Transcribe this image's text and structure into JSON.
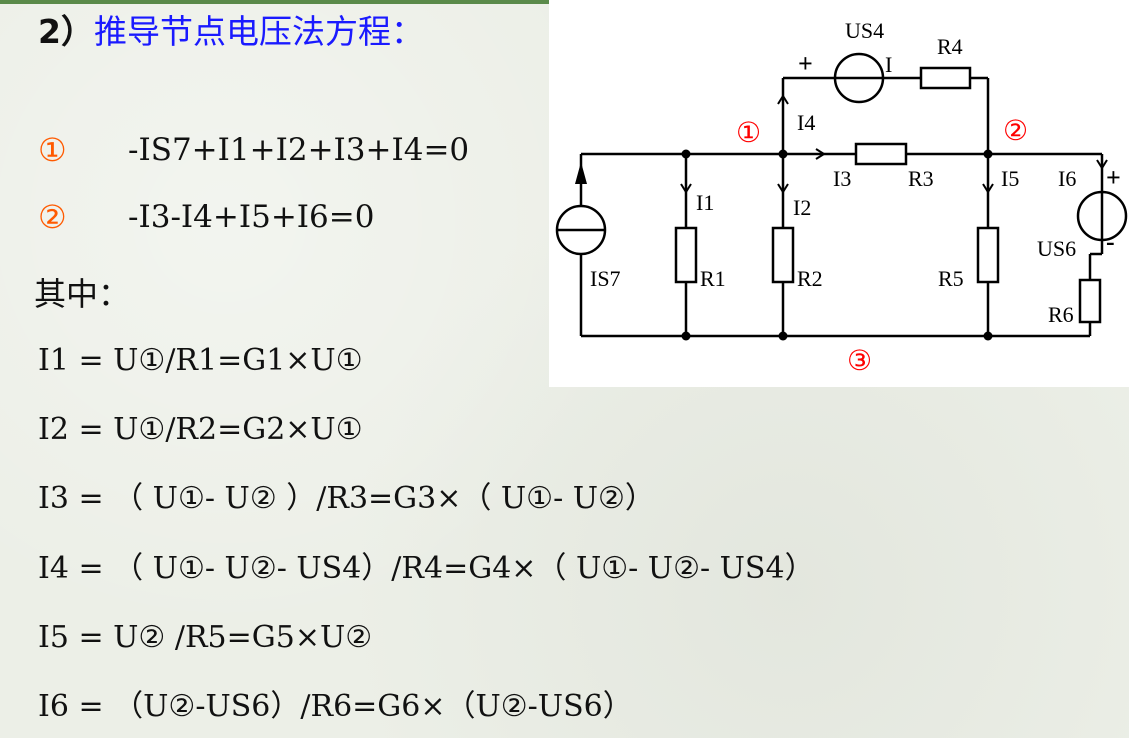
{
  "title": {
    "number": "2）",
    "text": "推导节点电压法方程："
  },
  "equations": [
    {
      "label": "①",
      "text": "-IS7+I1+I2+I3+I4=0"
    },
    {
      "label": "②",
      "text": "-I3-I4+I5+I6=0"
    }
  ],
  "where_label": "其中：",
  "formulas": [
    "I1 = U①/R1=G1×U①",
    "I2 = U①/R2=G2×U①",
    "I3 = （ U①- U② ）/R3=G3×（ U①- U②）",
    "I4 = （ U①- U②- US4）/R4=G4×（ U①- U②- US4）",
    "I5 = U② /R5=G5×U②",
    "I6 = （U②-US6）/R6=G6×（U②-US6）"
  ],
  "circuit": {
    "node_labels": {
      "n1": "①",
      "n2": "②",
      "n3": "③"
    },
    "labels": {
      "us4": "US4",
      "r4": "R4",
      "plus_top": "+",
      "bar_top": "I",
      "i4": "I4",
      "i3": "I3",
      "r3": "R3",
      "i1": "I1",
      "i2": "I2",
      "is7": "IS7",
      "r1": "R1",
      "r2": "R2",
      "i5": "I5",
      "r5": "R5",
      "i6": "I6",
      "plus_right": "+",
      "us6": "US6",
      "minus_right": "-",
      "r6": "R6"
    },
    "colors": {
      "node": "#ff0000",
      "wire": "#000000"
    }
  }
}
